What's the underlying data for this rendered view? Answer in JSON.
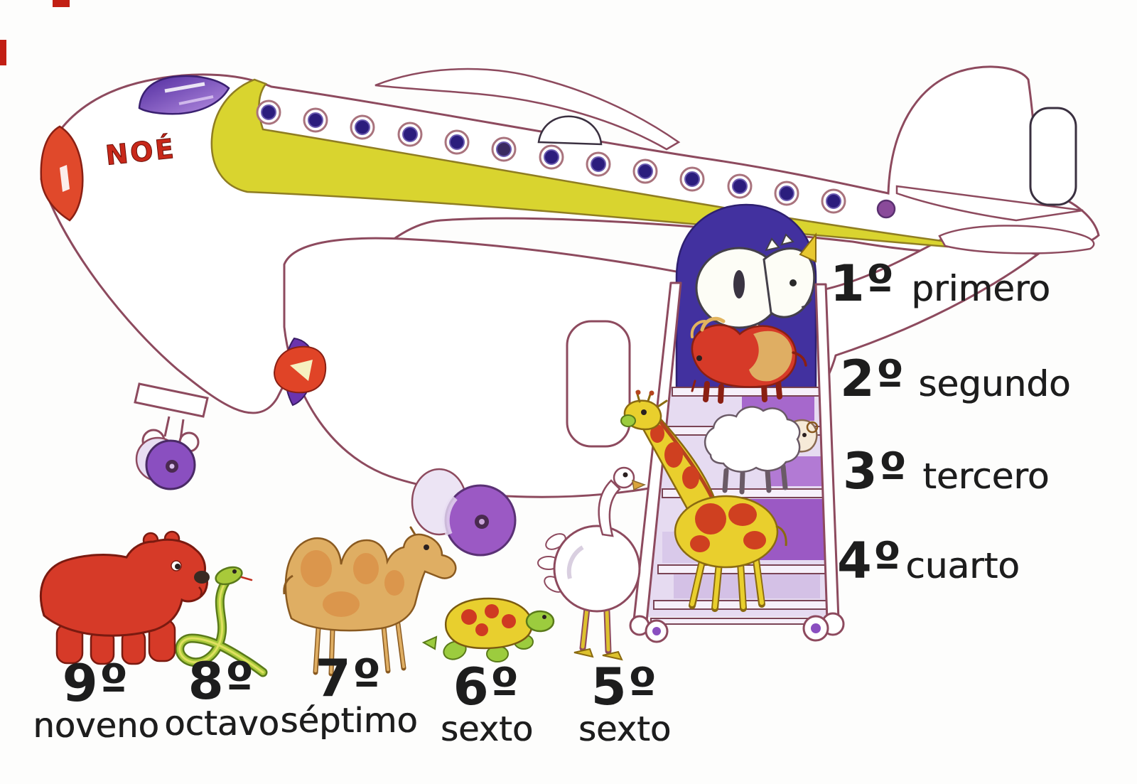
{
  "illustration": {
    "plane_name": "NOÉ",
    "theme": "Noah's ark airplane — animals boarding in ordinal order"
  },
  "ordinals": {
    "right": [
      {
        "number": "1º",
        "word": "primero"
      },
      {
        "number": "2º",
        "word": "segundo"
      },
      {
        "number": "3º",
        "word": "tercero"
      },
      {
        "number": "4º",
        "word": "cuarto"
      }
    ],
    "bottom": [
      {
        "number": "5º",
        "word": "sexto"
      },
      {
        "number": "6º",
        "word": "sexto"
      },
      {
        "number": "7º",
        "word": "séptimo"
      },
      {
        "number": "8º",
        "word": "octavo"
      },
      {
        "number": "9º",
        "word": "noveno"
      }
    ]
  },
  "animals": {
    "on_stairs": [
      {
        "order": "1º",
        "animal": "rhinoceros"
      },
      {
        "order": "2º",
        "animal": "bison"
      },
      {
        "order": "3º",
        "animal": "sheep"
      },
      {
        "order": "4º",
        "animal": "giraffe"
      }
    ],
    "on_ground": [
      {
        "order": "5º",
        "animal": "ostrich"
      },
      {
        "order": "6º",
        "animal": "turtle"
      },
      {
        "order": "7º",
        "animal": "camel"
      },
      {
        "order": "8º",
        "animal": "snake"
      },
      {
        "order": "9º",
        "animal": "bear"
      }
    ]
  },
  "palette": {
    "outline": "#8d4a5e",
    "text": "#1d1d1d",
    "stripe_yellow": "#d9d42f",
    "window_blue": "#2b1d7d",
    "doorway_indigo": "#42319f",
    "wheel_purple": "#8a4fc0",
    "animal_red": "#d63a28",
    "camel_tan": "#dfae63",
    "giraffe_yellow": "#e9cf2d",
    "turtle_green": "#9ccc3e",
    "nose_red": "#e0492b"
  }
}
